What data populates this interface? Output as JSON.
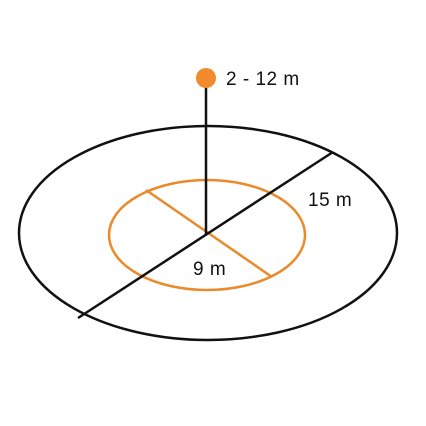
{
  "diagram": {
    "source_height_label": "2 - 12 m",
    "outer_radius_label": "15 m",
    "inner_radius_label": "9 m"
  },
  "colors": {
    "outer_ring": "#111111",
    "inner_ring": "#ea8a2a",
    "source_dot": "#f28a2e",
    "mast": "#111111",
    "text": "#111111"
  }
}
